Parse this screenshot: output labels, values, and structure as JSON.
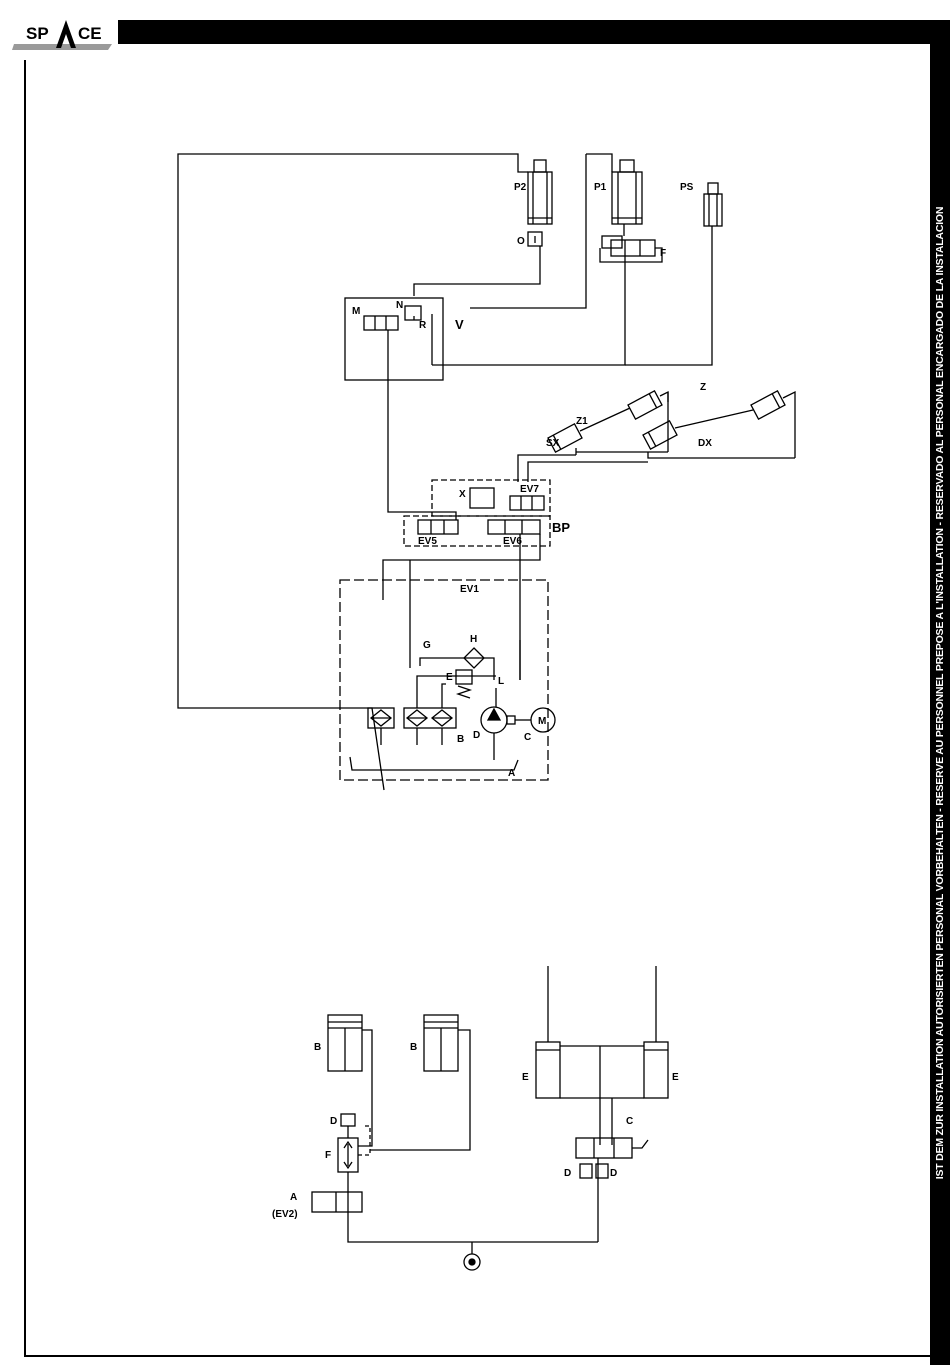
{
  "brand": {
    "logo_text_left": "SP",
    "logo_text_right": "CE",
    "logo_full": "SPACE"
  },
  "side_notice": "IST DEM ZUR INSTALLATION AUTORISIERTEN PERSONAL VORBEHALTEN - RESERVE AU PERSONNEL PREPOSE A L'INSTALLATION - RESERVADO AL PERSONAL ENCARGADO DE LA INSTALACION",
  "diagram_top": {
    "labels": {
      "p2": "P2",
      "p1": "P1",
      "ps": "PS",
      "o": "O",
      "f": "F",
      "n": "N",
      "m": "M",
      "r": "R",
      "v": "V",
      "sx": "SX",
      "dx": "DX",
      "z1": "Z1",
      "z": "Z",
      "x": "X",
      "ev7": "EV7",
      "bp": "BP",
      "ev5": "EV5",
      "ev6": "EV6",
      "ev1": "EV1",
      "g": "G",
      "h": "H",
      "l": "L",
      "e": "E",
      "d": "D",
      "c": "C",
      "b": "B",
      "a": "A",
      "motor": "M"
    }
  },
  "diagram_bottom": {
    "labels": {
      "b_left": "B",
      "b_right": "B",
      "e_left": "E",
      "e_right": "E",
      "d_left": "D",
      "f": "F",
      "a": "A",
      "ev2": "(EV2)",
      "c": "C",
      "d_pair_left": "D",
      "d_pair_right": "D"
    }
  }
}
